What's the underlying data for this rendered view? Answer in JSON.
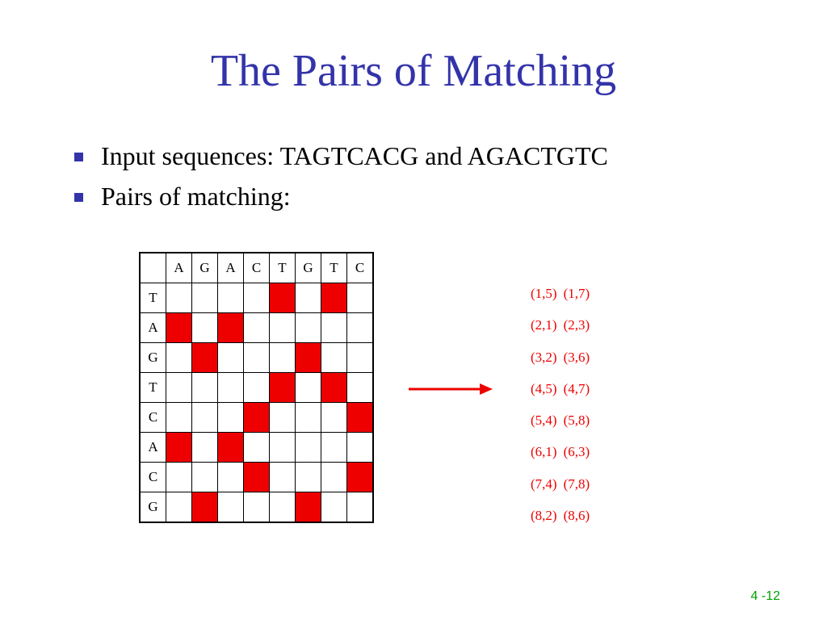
{
  "slide": {
    "title": "The Pairs of Matching",
    "bullets": [
      "Input sequences: TAGTCACG and AGACTGTC",
      "Pairs of matching:"
    ],
    "page_number": "4 -12"
  },
  "matrix": {
    "col_headers": [
      "A",
      "G",
      "A",
      "C",
      "T",
      "G",
      "T",
      "C"
    ],
    "row_headers": [
      "T",
      "A",
      "G",
      "T",
      "C",
      "A",
      "C",
      "G"
    ],
    "match_color": "#ee0000"
  },
  "pairs": [
    [
      "(1,5)",
      "(1,7)"
    ],
    [
      "(2,1)",
      "(2,3)"
    ],
    [
      "(3,2)",
      "(3,6)"
    ],
    [
      "(4,5)",
      "(4,7)"
    ],
    [
      "(5,4)",
      "(5,8)"
    ],
    [
      "(6,1)",
      "(6,3)"
    ],
    [
      "(7,4)",
      "(7,8)"
    ],
    [
      "(8,2)",
      "(8,6)"
    ]
  ],
  "colors": {
    "title": "#3333aa",
    "bullet_marker": "#3333aa",
    "pairs_text": "#ee0000",
    "arrow": "#ee0000",
    "page_number": "#00a000"
  }
}
